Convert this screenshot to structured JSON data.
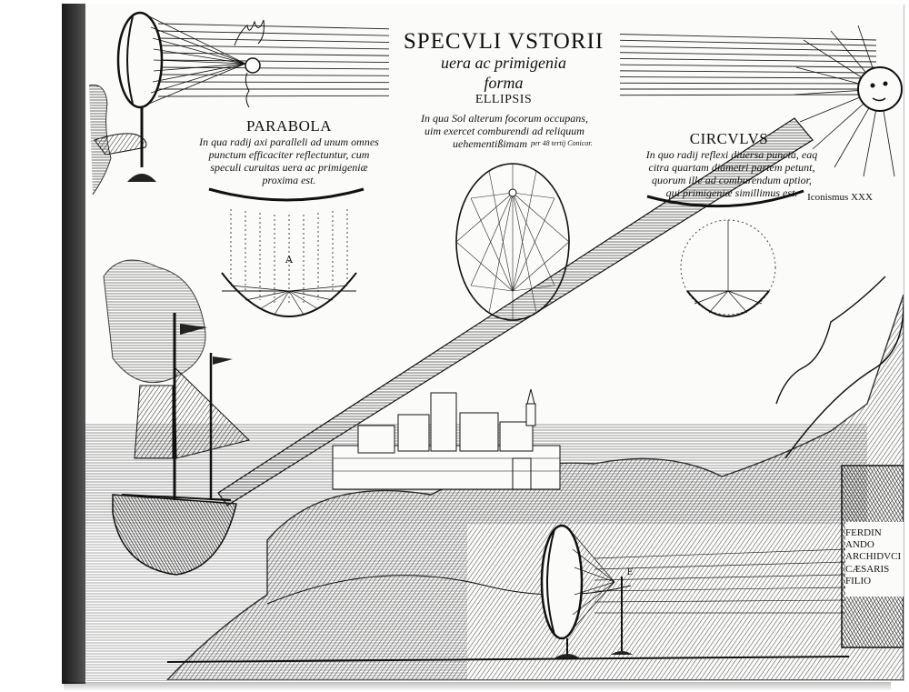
{
  "title": "SPECVLI VSTORII",
  "subtitle_1": "uera ac primigenia",
  "subtitle_2": "forma",
  "ellipse_heading": "ELLIPSIS",
  "ellipse_text": [
    "In qua Sol alterum focorum occupans,",
    "uim exercet comburendi ad reliquum",
    "uehementißimam"
  ],
  "ellipse_note": "per 48 tertij Conicor.",
  "parabola": {
    "heading": "PARABOLA",
    "text": [
      "In qua radij axi paralleli ad unum omnes",
      "punctum efficaciter reflectuntur, cum",
      "speculi curuitas uera ac primigeniæ",
      "proxima est."
    ],
    "point_label": "A"
  },
  "circulus": {
    "heading": "CIRCVLVS",
    "text": [
      "In quo radij reflexi diuersa puncta, eaq",
      "citra quartam diametri partem petunt,",
      "quorum ille ad comburendum aptior,",
      "qui primigeniæ simillimus est."
    ]
  },
  "plate_number": "Iconismus XXX",
  "mirror_label": "E",
  "plaque_lines": [
    "FERDIN",
    "ANDO",
    "ARCHIDVCI",
    "CÆSARIS",
    "FILIO"
  ]
}
